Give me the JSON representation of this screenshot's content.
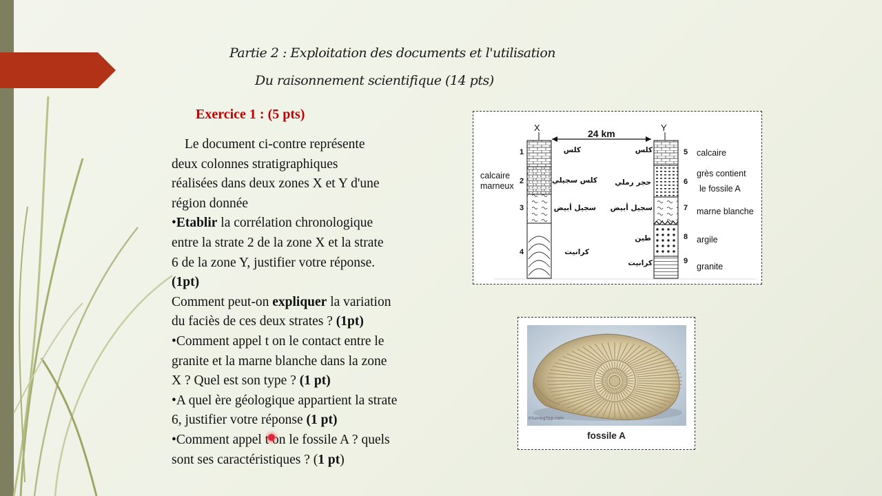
{
  "title_line1": "Partie 2 : Exploitation des documents et l'utilisation",
  "title_line2": "Du raisonnement scientifique (14 pts)",
  "exercise_title": "Exercice 1 : (5 pts)",
  "intro": [
    "Le document ci-contre représente",
    "deux colonnes stratigraphiques",
    "réalisées dans deux zones X et Y d'une",
    "région donnée"
  ],
  "q1": {
    "bullet": "•",
    "bold": "Etablir",
    "text_lines": [
      " la corrélation chronologique",
      "entre la strate 2 de la zone X et la strate",
      "6 de la zone Y, justifier votre réponse."
    ],
    "points": "(1pt)"
  },
  "q2": {
    "line1_a": "Comment peut-on ",
    "line1_bold": "expliquer",
    "line1_b": " la variation",
    "line2": "du faciès de ces deux strates ? ",
    "points": "(1pt)"
  },
  "q3": {
    "line1": "•Comment appel t on le contact entre le",
    "line2": "granite et la marne blanche dans la  zone",
    "line3": "X ? Quel est son type ? ",
    "points": "(1 pt)"
  },
  "q4": {
    "line1": "•A quel ère géologique appartient la strate",
    "line2": "6, justifier votre réponse ",
    "points": "(1 pt)"
  },
  "q5": {
    "line1": "•Comment appel t on le fossile A ? quels",
    "line2a": "sont ses caractéristiques ? (",
    "points": "1 pt",
    "line2b": ")"
  },
  "figure1": {
    "col_x": "X",
    "col_y": "Y",
    "distance": "24 km",
    "left_label": [
      "calcaire",
      "marneux"
    ],
    "x_numbers": [
      "1",
      "2",
      "3",
      "4"
    ],
    "x_arabic": [
      "كلس",
      "كلس سجيلي",
      "سجيل أبيض",
      "كرانيت"
    ],
    "y_arabic": [
      "كلس",
      "حجر رملي",
      "سجيل أبيض",
      "طين",
      "كرانيت"
    ],
    "y_numbers": [
      "5",
      "6",
      "7",
      "8",
      "9"
    ],
    "y_labels": [
      "calcaire",
      "grès contient",
      "le fossile A",
      "marne blanche",
      "argile",
      "granite"
    ]
  },
  "figure2": {
    "caption": "fossile A",
    "watermark": "©tumbgitpp.com"
  }
}
